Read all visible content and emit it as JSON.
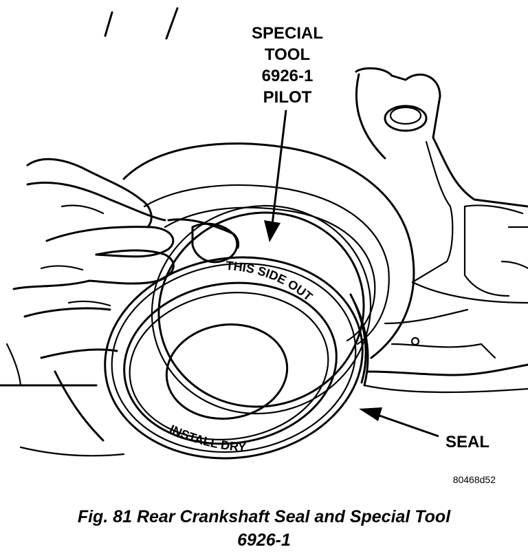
{
  "figure": {
    "callouts": {
      "tool_line1": "SPECIAL",
      "tool_line2": "TOOL",
      "tool_line3": "6926-1",
      "tool_line4": "PILOT",
      "seal": "SEAL"
    },
    "ring_labels": {
      "top": "THIS SIDE OUT",
      "bottom": "INSTALL DRY"
    },
    "image_code": "80468d52",
    "caption_line1": "Fig. 81 Rear Crankshaft Seal and Special Tool",
    "caption_line2": "6926-1"
  }
}
